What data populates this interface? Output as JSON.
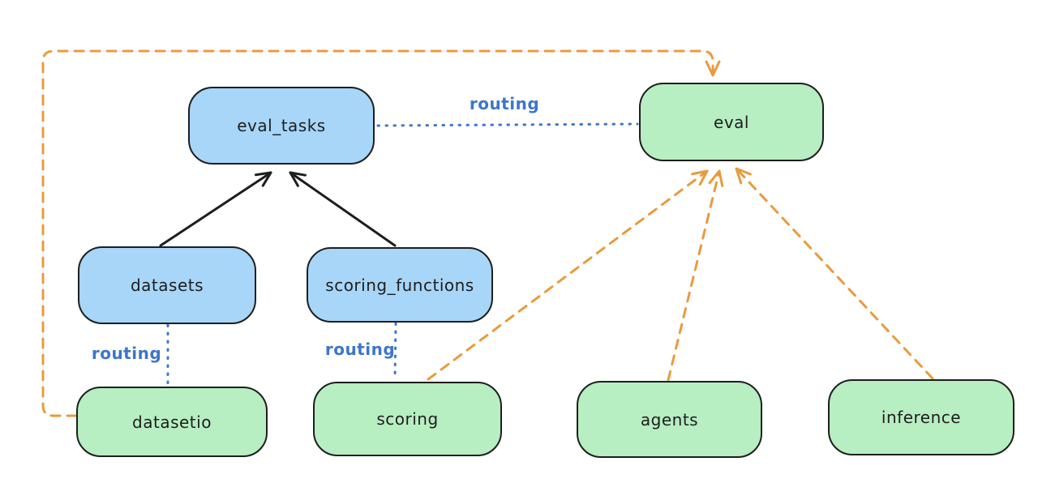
{
  "diagram": {
    "title": "llama-stack eval routing diagram",
    "background": "#ffffff",
    "colors": {
      "background": "#ffffff",
      "box_border": "#1e1e1e",
      "black_arrow": "#1e1e1e",
      "blue_fill": "#a7d6f8",
      "green_fill": "#b7eec2",
      "routing_blue": "#3d76cb",
      "orange": "#e99b3d"
    },
    "nodes": [
      {
        "id": "eval_tasks",
        "label": "eval_tasks",
        "color": "blue"
      },
      {
        "id": "eval",
        "label": "eval",
        "color": "green"
      },
      {
        "id": "datasets",
        "label": "datasets",
        "color": "blue"
      },
      {
        "id": "scoring_functions",
        "label": "scoring_functions",
        "color": "blue"
      },
      {
        "id": "datasetio",
        "label": "datasetio",
        "color": "green"
      },
      {
        "id": "scoring",
        "label": "scoring",
        "color": "green"
      },
      {
        "id": "agents",
        "label": "agents",
        "color": "green"
      },
      {
        "id": "inference",
        "label": "inference",
        "color": "green"
      }
    ],
    "edge_labels": [
      {
        "id": "routing-eval_tasks-eval",
        "text": "routing"
      },
      {
        "id": "routing-datasets-datasetio",
        "text": "routing"
      },
      {
        "id": "routing-scoring_functions-scoring",
        "text": "routing"
      }
    ],
    "edges": [
      {
        "from": "datasets",
        "to": "eval_tasks",
        "style": "solid-black-arrow"
      },
      {
        "from": "scoring_functions",
        "to": "eval_tasks",
        "style": "solid-black-arrow"
      },
      {
        "from": "eval_tasks",
        "to": "eval",
        "style": "dotted-blue",
        "label": "routing"
      },
      {
        "from": "datasets",
        "to": "datasetio",
        "style": "dotted-blue",
        "label": "routing"
      },
      {
        "from": "scoring_functions",
        "to": "scoring",
        "style": "dotted-blue",
        "label": "routing"
      },
      {
        "from": "datasetio",
        "to": "eval",
        "style": "dashed-orange-arrow"
      },
      {
        "from": "scoring",
        "to": "eval",
        "style": "dashed-orange-arrow"
      },
      {
        "from": "agents",
        "to": "eval",
        "style": "dashed-orange-arrow"
      },
      {
        "from": "inference",
        "to": "eval",
        "style": "dashed-orange-arrow"
      }
    ]
  }
}
